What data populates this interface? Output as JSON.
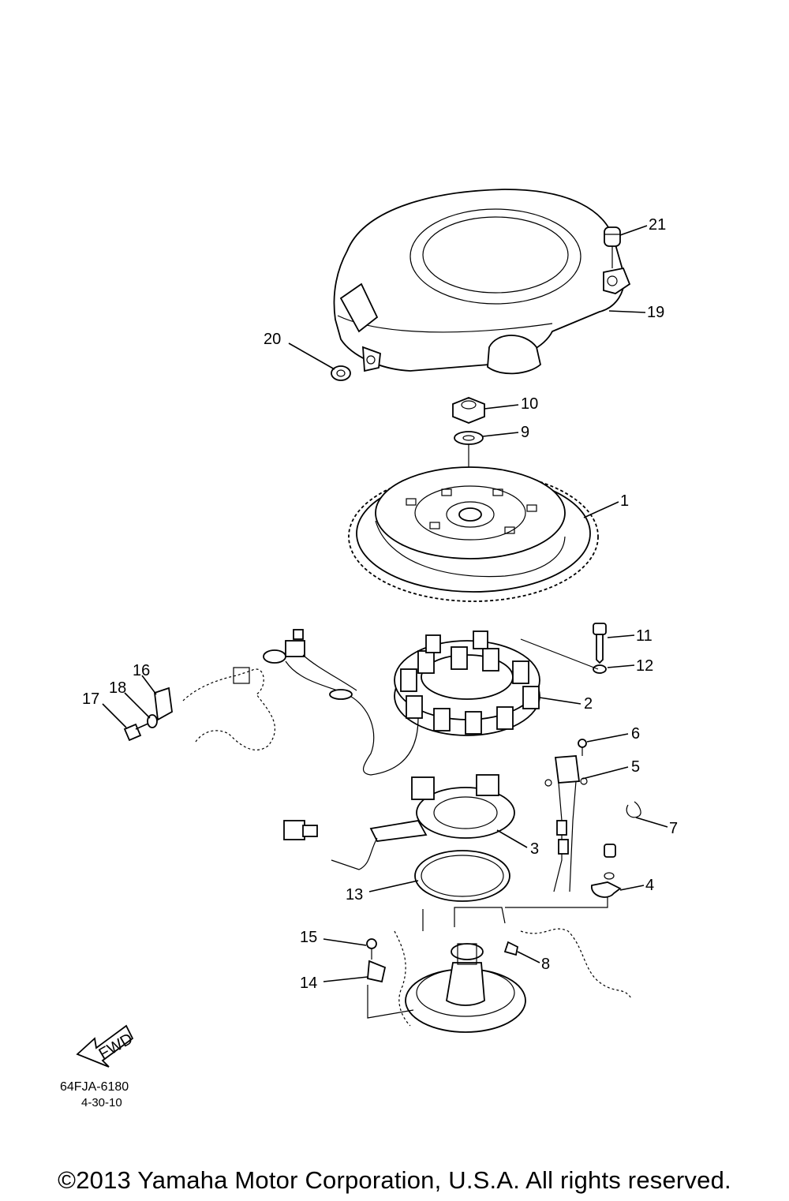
{
  "labels": {
    "p1": "1",
    "p2": "2",
    "p3": "3",
    "p4": "4",
    "p5": "5",
    "p6": "6",
    "p7": "7",
    "p8": "8",
    "p9": "9",
    "p10": "10",
    "p11": "11",
    "p12": "12",
    "p13": "13",
    "p14": "14",
    "p15": "15",
    "p16": "16",
    "p17": "17",
    "p18": "18",
    "p19": "19",
    "p20": "20",
    "p21": "21"
  },
  "fwd_label": "FWD",
  "diagram_code": "64FJA-6180",
  "diagram_date": "4-30-10",
  "copyright": "©2013 Yamaha Motor Corporation, U.S.A. All rights reserved."
}
